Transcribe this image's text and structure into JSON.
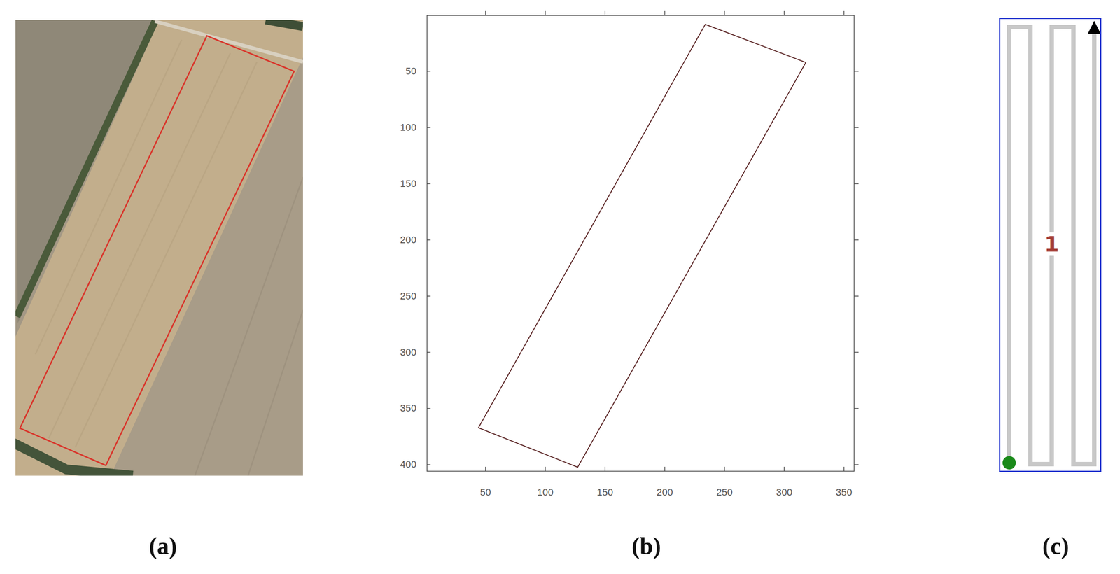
{
  "diagram": {
    "nodes": [
      {
        "text": [
          "1"
        ]
      }
    ],
    "labels": [
      "(a)",
      "(b)",
      "(c)",
      "50",
      "100",
      "150",
      "200",
      "250",
      "300",
      "350",
      "400",
      "50",
      "100",
      "150",
      "200",
      "250",
      "300",
      "350"
    ]
  }
}
